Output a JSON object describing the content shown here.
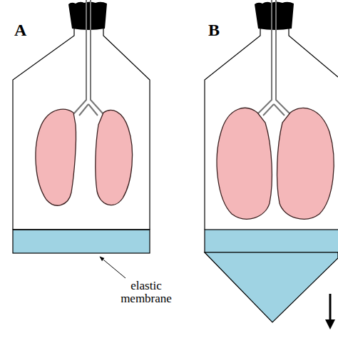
{
  "diagram": {
    "labels": [
      "A",
      "B",
      "elastic membrane"
    ]
  }
}
